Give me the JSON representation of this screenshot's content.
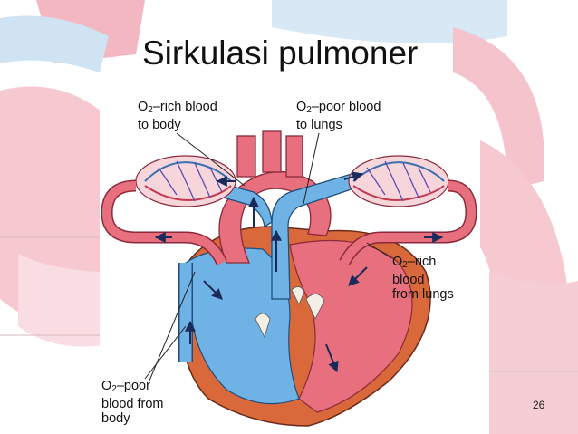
{
  "slide": {
    "title": "Sirkulasi pulmoner",
    "page_number": "26"
  },
  "labels": {
    "o2_rich_to_body": {
      "prefix": "O",
      "sub": "2",
      "line1_rest": "–rich blood",
      "line2": "to body"
    },
    "o2_poor_to_lungs": {
      "prefix": "O",
      "sub": "2",
      "line1_rest": "–poor blood",
      "line2": "to lungs"
    },
    "o2_rich_from_lungs": {
      "prefix": "O",
      "sub": "2",
      "line1_rest": "–rich",
      "line2": "blood",
      "line3": "from lungs"
    },
    "o2_poor_from_body": {
      "prefix": "O",
      "sub": "2",
      "line1_rest": "–poor",
      "line2": "blood from",
      "line3": "body"
    }
  },
  "colors": {
    "oxygen_rich": "#e8707e",
    "oxygen_poor": "#6fb3e6",
    "heart_wall": "#d9683a",
    "vessel_outline": "#8a2a3a",
    "background_tint": "#f6c9d0"
  }
}
